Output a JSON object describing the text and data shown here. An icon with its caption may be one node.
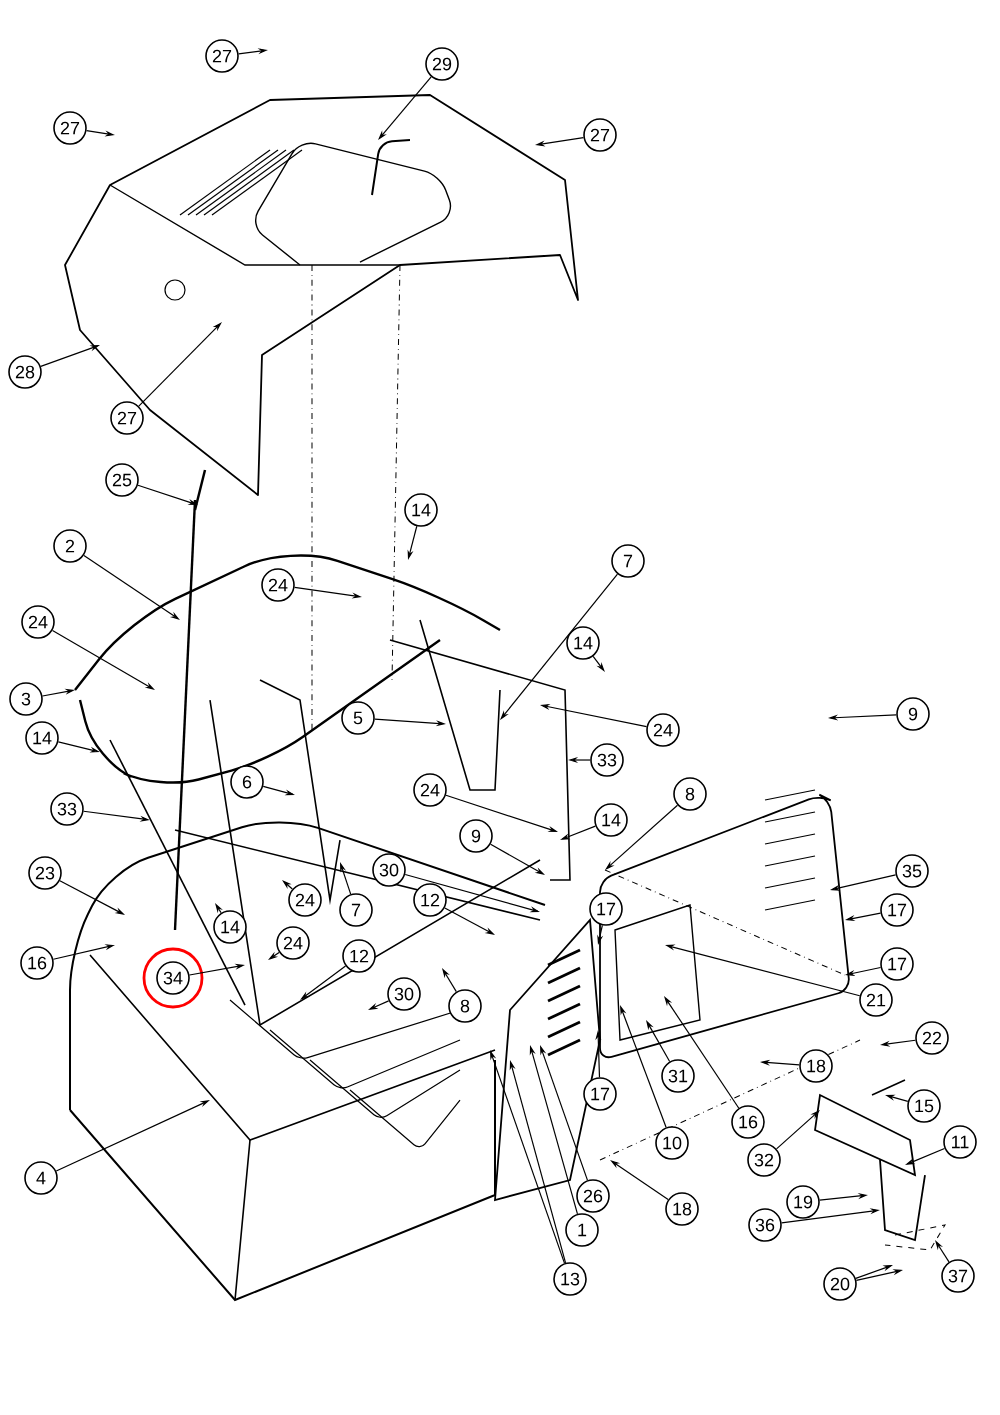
{
  "diagram": {
    "nodes": [
      {
        "text": [
          "27"
        ]
      },
      {
        "text": [
          "29"
        ]
      },
      {
        "text": [
          "27"
        ]
      },
      {
        "text": [
          "27"
        ]
      },
      {
        "text": [
          "28"
        ]
      },
      {
        "text": [
          "27"
        ]
      },
      {
        "text": [
          "25"
        ]
      },
      {
        "text": [
          "14"
        ]
      },
      {
        "text": [
          "2"
        ]
      },
      {
        "text": [
          "24"
        ]
      },
      {
        "text": [
          "7"
        ]
      },
      {
        "text": [
          "24"
        ]
      },
      {
        "text": [
          "14"
        ]
      },
      {
        "text": [
          "3"
        ]
      },
      {
        "text": [
          "9"
        ]
      },
      {
        "text": [
          "14"
        ]
      },
      {
        "text": [
          "24"
        ]
      },
      {
        "text": [
          "5"
        ]
      },
      {
        "text": [
          "33"
        ]
      },
      {
        "text": [
          "6"
        ]
      },
      {
        "text": [
          "8"
        ]
      },
      {
        "text": [
          "33"
        ]
      },
      {
        "text": [
          "24"
        ]
      },
      {
        "text": [
          "14"
        ]
      },
      {
        "text": [
          "9"
        ]
      },
      {
        "text": [
          "35"
        ]
      },
      {
        "text": [
          "30"
        ]
      },
      {
        "text": [
          "23"
        ]
      },
      {
        "text": [
          "24"
        ]
      },
      {
        "text": [
          "7"
        ]
      },
      {
        "text": [
          "12"
        ]
      },
      {
        "text": [
          "17"
        ]
      },
      {
        "text": [
          "17"
        ]
      },
      {
        "text": [
          "14"
        ]
      },
      {
        "text": [
          "24"
        ]
      },
      {
        "text": [
          "16"
        ]
      },
      {
        "text": [
          "34"
        ]
      },
      {
        "text": [
          "12"
        ]
      },
      {
        "text": [
          "17"
        ]
      },
      {
        "text": [
          "30"
        ]
      },
      {
        "text": [
          "8"
        ]
      },
      {
        "text": [
          "21"
        ]
      },
      {
        "text": [
          "22"
        ]
      },
      {
        "text": [
          "18"
        ]
      },
      {
        "text": [
          "15"
        ]
      },
      {
        "text": [
          "31"
        ]
      },
      {
        "text": [
          "16"
        ]
      },
      {
        "text": [
          "17"
        ]
      },
      {
        "text": [
          "10"
        ]
      },
      {
        "text": [
          "11"
        ]
      },
      {
        "text": [
          "32"
        ]
      },
      {
        "text": [
          "26"
        ]
      },
      {
        "text": [
          "18"
        ]
      },
      {
        "text": [
          "4"
        ]
      },
      {
        "text": [
          "19"
        ]
      },
      {
        "text": [
          "1"
        ]
      },
      {
        "text": [
          "36"
        ]
      },
      {
        "text": [
          "13"
        ]
      },
      {
        "text": [
          "20"
        ]
      },
      {
        "text": [
          "37"
        ]
      }
    ],
    "edges": [
      {
        "from": 0,
        "to": null,
        "arrow": "to"
      },
      {
        "from": 1,
        "to": null,
        "arrow": "to"
      },
      {
        "from": 2,
        "to": null,
        "arrow": "to"
      },
      {
        "from": 3,
        "to": null,
        "arrow": "to"
      },
      {
        "from": 4,
        "to": null,
        "arrow": "to"
      },
      {
        "from": 5,
        "to": null,
        "arrow": "to"
      },
      {
        "from": 6,
        "to": null,
        "arrow": "to"
      },
      {
        "from": 7,
        "to": null,
        "arrow": "to"
      },
      {
        "from": 8,
        "to": null,
        "arrow": "to"
      },
      {
        "from": 9,
        "to": null,
        "arrow": "to"
      },
      {
        "from": 10,
        "to": null,
        "arrow": "to"
      },
      {
        "from": 11,
        "to": null,
        "arrow": "to"
      },
      {
        "from": 12,
        "to": null,
        "arrow": "to"
      },
      {
        "from": 13,
        "to": null,
        "arrow": "to"
      },
      {
        "from": 14,
        "to": null,
        "arrow": "to"
      },
      {
        "from": 15,
        "to": null,
        "arrow": "to"
      },
      {
        "from": 16,
        "to": null,
        "arrow": "to"
      },
      {
        "from": 17,
        "to": null,
        "arrow": "to"
      },
      {
        "from": 18,
        "to": null,
        "arrow": "to"
      },
      {
        "from": 19,
        "to": null,
        "arrow": "to"
      },
      {
        "from": 20,
        "to": null,
        "arrow": "to"
      },
      {
        "from": 21,
        "to": null,
        "arrow": "to"
      },
      {
        "from": 22,
        "to": null,
        "arrow": "to"
      },
      {
        "from": 23,
        "to": null,
        "arrow": "to"
      },
      {
        "from": 24,
        "to": null,
        "arrow": "to"
      },
      {
        "from": 25,
        "to": null,
        "arrow": "to"
      },
      {
        "from": 26,
        "to": null,
        "arrow": "to"
      },
      {
        "from": 27,
        "to": null,
        "arrow": "to"
      },
      {
        "from": 28,
        "to": null,
        "arrow": "to"
      },
      {
        "from": 29,
        "to": null,
        "arrow": "to"
      },
      {
        "from": 30,
        "to": null,
        "arrow": "to"
      },
      {
        "from": 31,
        "to": null,
        "arrow": "to"
      },
      {
        "from": 32,
        "to": null,
        "arrow": "to"
      },
      {
        "from": 33,
        "to": null,
        "arrow": "to"
      },
      {
        "from": 34,
        "to": null,
        "arrow": "to"
      },
      {
        "from": 35,
        "to": null,
        "arrow": "to"
      },
      {
        "from": 36,
        "to": null,
        "arrow": "to"
      },
      {
        "from": 37,
        "to": null,
        "arrow": "to"
      },
      {
        "from": 38,
        "to": null,
        "arrow": "to"
      },
      {
        "from": 39,
        "to": null,
        "arrow": "to"
      },
      {
        "from": 40,
        "to": null,
        "arrow": "to"
      },
      {
        "from": 41,
        "to": null,
        "arrow": "to"
      },
      {
        "from": 42,
        "to": null,
        "arrow": "to"
      },
      {
        "from": 43,
        "to": null,
        "arrow": "to"
      },
      {
        "from": 44,
        "to": null,
        "arrow": "to"
      },
      {
        "from": 45,
        "to": null,
        "arrow": "to"
      },
      {
        "from": 46,
        "to": null,
        "arrow": "to"
      },
      {
        "from": 47,
        "to": null,
        "arrow": "to"
      },
      {
        "from": 48,
        "to": null,
        "arrow": "to"
      },
      {
        "from": 49,
        "to": null,
        "arrow": "to"
      },
      {
        "from": 50,
        "to": null,
        "arrow": "to"
      },
      {
        "from": 51,
        "to": null,
        "arrow": "to"
      },
      {
        "from": 52,
        "to": null,
        "arrow": "to"
      },
      {
        "from": 53,
        "to": null,
        "arrow": "to"
      },
      {
        "from": 54,
        "to": null,
        "arrow": "to"
      },
      {
        "from": 55,
        "to": null,
        "arrow": "to"
      },
      {
        "from": 56,
        "to": null,
        "arrow": "to"
      },
      {
        "from": 57,
        "to": null,
        "arrow": "to"
      },
      {
        "from": 57,
        "to": null,
        "arrow": "to"
      },
      {
        "from": 58,
        "to": null,
        "arrow": "to"
      },
      {
        "from": 58,
        "to": null,
        "arrow": "to"
      },
      {
        "from": 59,
        "to": null,
        "arrow": "to"
      }
    ]
  }
}
